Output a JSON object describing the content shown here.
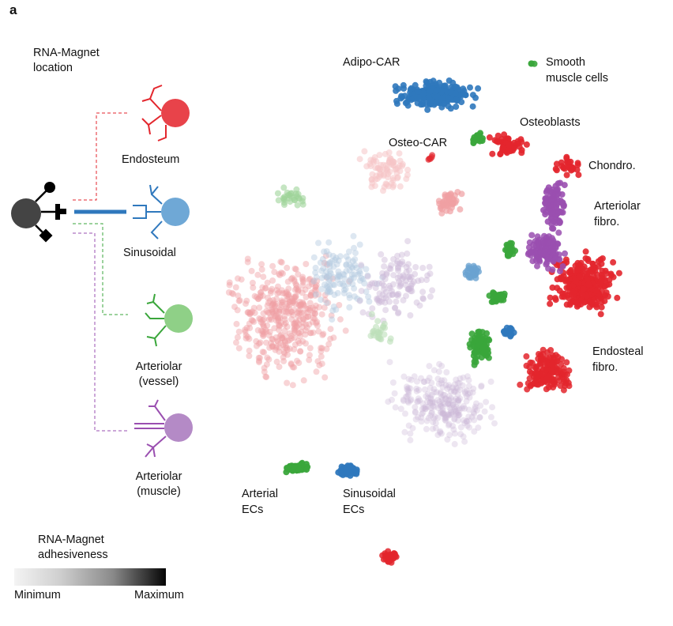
{
  "panel_letter": "a",
  "location_legend": {
    "title_line1": "RNA-Magnet",
    "title_line2": "location",
    "items": [
      {
        "label": "Endosteum",
        "color": "#e8434a"
      },
      {
        "label": "Sinusoidal",
        "color": "#6fa8d6"
      },
      {
        "label": "Arteriolar\n(vessel)",
        "line1": "Arteriolar",
        "line2": "(vessel)",
        "color": "#5fbf52"
      },
      {
        "label": "Arteriolar\n(muscle)",
        "line1": "Arteriolar",
        "line2": "(muscle)",
        "color": "#a06bb8"
      }
    ]
  },
  "adhesiveness_legend": {
    "title_line1": "RNA-Magnet",
    "title_line2": "adhesiveness",
    "min_label": "Minimum",
    "max_label": "Maximum"
  },
  "clusters": [
    {
      "line1": "Adipo-CAR"
    },
    {
      "line1": "Smooth",
      "line2": "muscle cells"
    },
    {
      "line1": "Osteoblasts"
    },
    {
      "line1": "Osteo-CAR"
    },
    {
      "line1": "Chondro."
    },
    {
      "line1": "Arteriolar",
      "line2": "fibro."
    },
    {
      "line1": "Endosteal",
      "line2": "fibro."
    },
    {
      "line1": "Arterial",
      "line2": "ECs"
    },
    {
      "line1": "Sinusoidal",
      "line2": "ECs"
    }
  ],
  "colors": {
    "red": "#e3262d",
    "blue": "#2f78bd",
    "green": "#3aa63b",
    "purple": "#9a4fb0",
    "ghost_purple": "#cbb8d8",
    "ghost_red": "#f0a0a3",
    "connector": "#2f78bd"
  }
}
